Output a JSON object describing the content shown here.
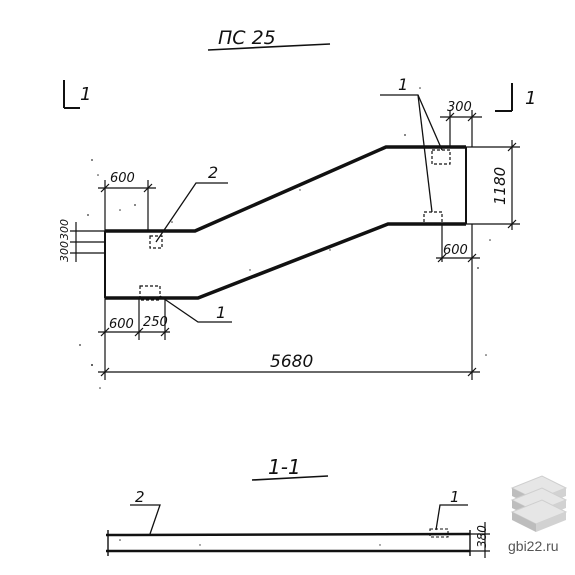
{
  "drawing": {
    "title": "ПС 25",
    "section_title": "1-1",
    "section_mark_left": "1",
    "section_mark_right": "1",
    "callouts": {
      "top_right": "1",
      "upper_left": "2",
      "lower_left": "1",
      "section_left": "2",
      "section_right": "1"
    },
    "dimensions": {
      "overall_length": "5680",
      "height": "1180",
      "upper_width_300": "300",
      "upper_landing": "600",
      "upper_right_bottom": "600",
      "lower_left_bottom": "600",
      "lower_left_250": "250",
      "left_vertical_300_a": "300",
      "left_vertical_300_b": "300",
      "section_thickness": "380"
    }
  },
  "watermark": {
    "site": "gbi22.ru"
  },
  "colors": {
    "ink": "#111111",
    "watermark": "#9a9a9a"
  }
}
